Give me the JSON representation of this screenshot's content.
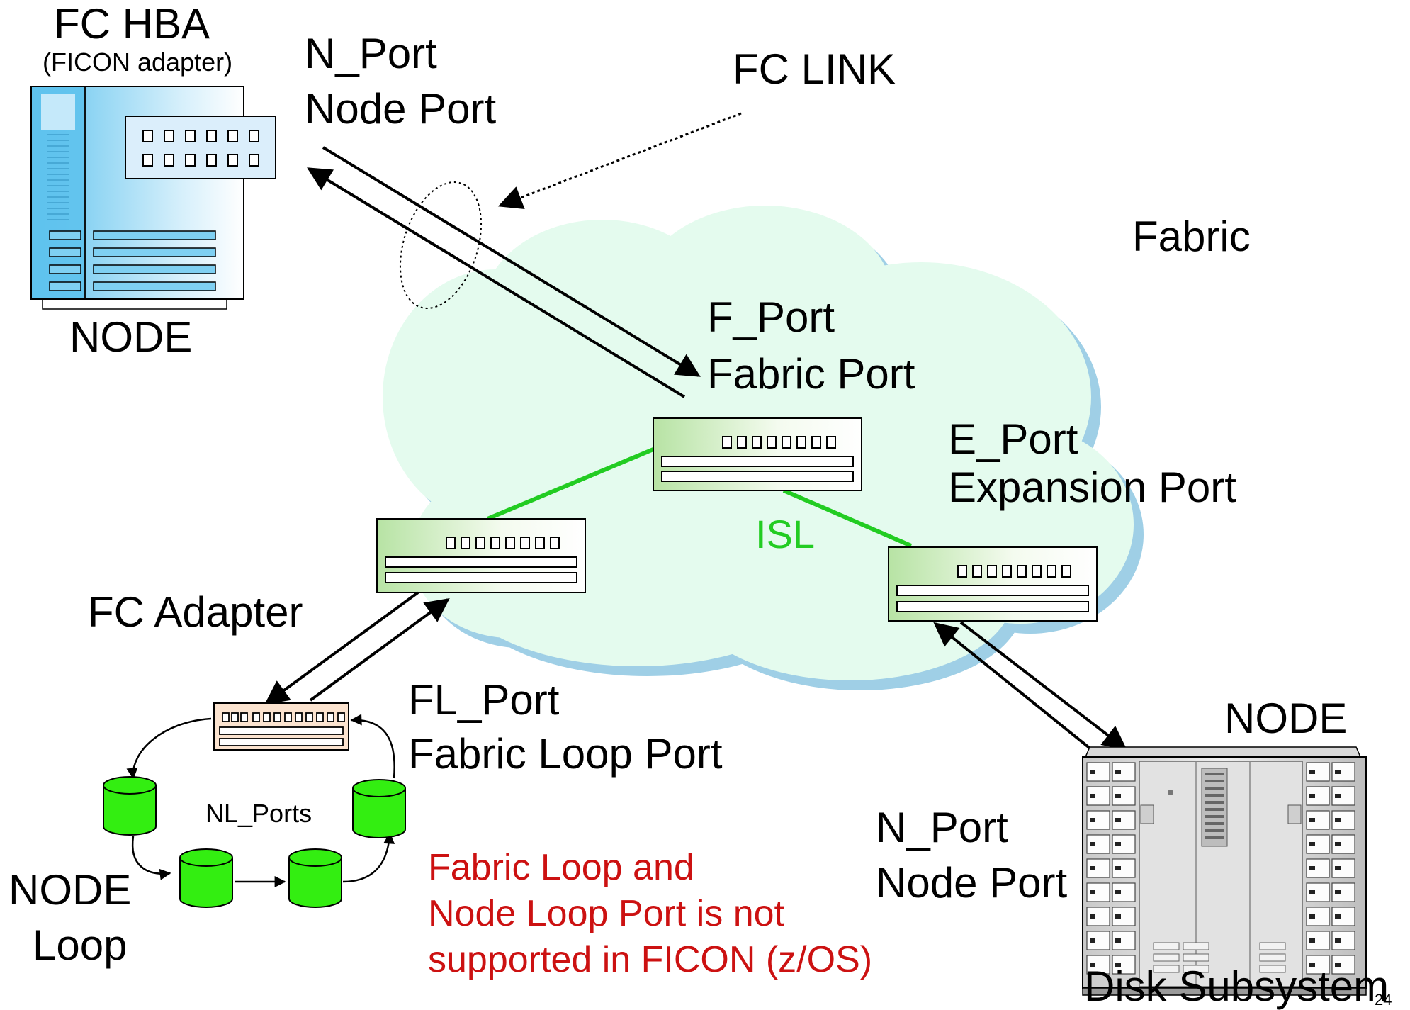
{
  "labels": {
    "fc_hba": "FC HBA",
    "ficon_adapter": "(FICON adapter)",
    "node_top_left": "NODE",
    "n_port_top_l1": "N_Port",
    "n_port_top_l2": "Node Port",
    "fc_link": "FC LINK",
    "fabric": "Fabric",
    "f_port_l1": "F_Port",
    "f_port_l2": "Fabric Port",
    "e_port_l1": "E_Port",
    "e_port_l2": "Expansion Port",
    "isl": "ISL",
    "fc_adapter": "FC Adapter",
    "fl_port_l1": "FL_Port",
    "fl_port_l2": "Fabric Loop Port",
    "nl_ports": "NL_Ports",
    "node_loop_l1": "NODE",
    "node_loop_l2": "Loop",
    "node_bottom_right": "NODE",
    "n_port_bottom_l1": "N_Port",
    "n_port_bottom_l2": "Node Port",
    "disk_subsystem": "Disk Subsystem",
    "page_number": "24"
  },
  "note": {
    "line1": "Fabric Loop and",
    "line2": "Node Loop Port is not",
    "line3": "supported in FICON (z/OS)"
  },
  "colors": {
    "cloud": "#e4fbee",
    "cloud_shadow": "#9fcfe6",
    "isl_link": "#22cc22",
    "disk": "#33ee11",
    "note_text": "#cc1111",
    "server_blue": "#5fc3ee",
    "hub_fill": "#fbe3cf"
  }
}
